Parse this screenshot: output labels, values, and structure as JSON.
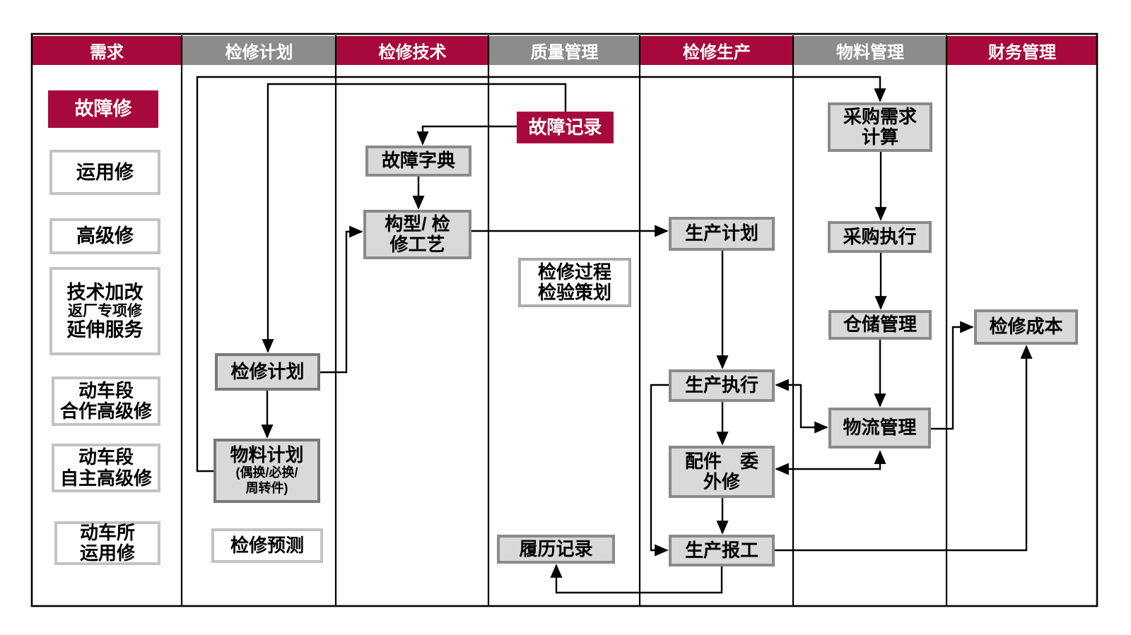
{
  "colors": {
    "accent": "#A8093D",
    "header_gray": "#8C8C8C",
    "box_fill": "#D9D9D9",
    "box_border": "#8A8A8A",
    "line_color": "#000000"
  },
  "lanes": [
    {
      "label": "需求"
    },
    {
      "label": "检修计划"
    },
    {
      "label": "检修技术"
    },
    {
      "label": "质量管理"
    },
    {
      "label": "检修生产"
    },
    {
      "label": "物料管理"
    },
    {
      "label": "财务管理"
    }
  ],
  "boxes": {
    "fault_repair": {
      "label": "故障修"
    },
    "operation_repair": {
      "label": "运用修"
    },
    "advanced_repair": {
      "label": "高级修"
    },
    "tech_mod": {
      "lines": [
        "技术加改",
        "返厂专项修",
        "延伸服务"
      ]
    },
    "depot_coop": {
      "lines": [
        "动车段",
        "合作高级修"
      ]
    },
    "depot_self": {
      "lines": [
        "动车段",
        "自主高级修"
      ]
    },
    "depot_op": {
      "lines": [
        "动车所",
        "运用修"
      ]
    },
    "repair_plan": {
      "label": "检修计划"
    },
    "material_plan": {
      "label": "物料计划",
      "sub": "(偶换/必换/\n周转件)"
    },
    "repair_forecast": {
      "label": "检修预测"
    },
    "fault_dict": {
      "label": "故障字典"
    },
    "config_process": {
      "lines": [
        "构型/  检",
        "修工艺"
      ]
    },
    "fault_record": {
      "label": "故障记录"
    },
    "inspection_planning": {
      "lines": [
        "检修过程",
        "检验策划"
      ]
    },
    "history_record": {
      "label": "履历记录"
    },
    "prod_plan": {
      "label": "生产计划"
    },
    "prod_exec": {
      "label": "生产执行"
    },
    "parts_outsource": {
      "lines": [
        "配件　委",
        "外修"
      ]
    },
    "prod_report": {
      "label": "生产报工"
    },
    "purchase_req": {
      "lines": [
        "采购需求",
        "计算"
      ]
    },
    "purchase_exec": {
      "label": "采购执行"
    },
    "warehouse": {
      "label": "仓储管理"
    },
    "logistics": {
      "label": "物流管理"
    },
    "repair_cost": {
      "label": "检修成本"
    }
  }
}
